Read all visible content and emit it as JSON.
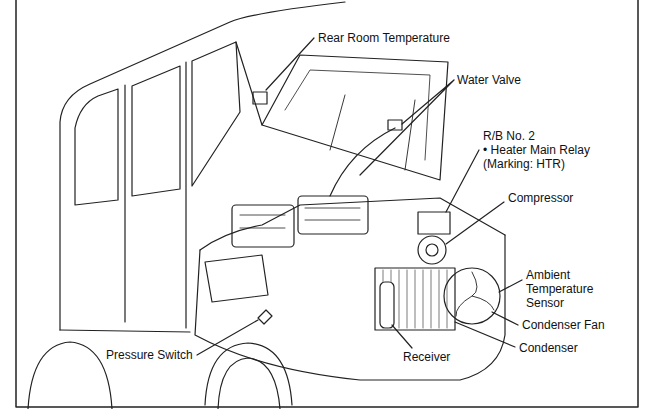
{
  "diagram": {
    "labels": [
      "Rear Room Temperature",
      "Water Valve",
      "R/B No. 2",
      "• Heater Main Relay (Marking: HTR)",
      "Compressor",
      "Ambient Temperature Sensor",
      "Condenser Fan",
      "Condenser",
      "Receiver",
      "Pressure Switch"
    ]
  }
}
